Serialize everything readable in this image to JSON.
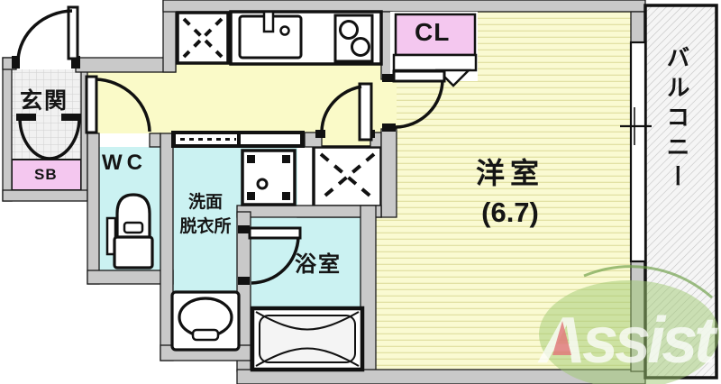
{
  "labels": {
    "genkan": "玄関",
    "shoe_box": "SB",
    "wc": "WC",
    "washroom_line1": "洗面",
    "washroom_line2": "脱衣所",
    "bath": "浴室",
    "closet": "CL",
    "main_room": "洋室",
    "main_room_size": "(6.7)",
    "balcony": "バルコニー",
    "watermark": "Assist"
  },
  "palette": {
    "wall": "#c9c9c9",
    "hall": "#fafac8",
    "room_base": "#fafad2",
    "room_stripe": "#e2e1a4",
    "wet_room": "#cbf2f2",
    "pink": "#f4c7ef",
    "tile_base": "#f1f1f1",
    "tile_line": "#cfcfcf",
    "hatch_line": "#c4c4c4",
    "outline": "#1a1a1a",
    "logo_green": "#9fca72",
    "logo_red": "#e07b7b",
    "logo_text": "#ffffff"
  },
  "icons": {
    "kitchen_sink": "sink-with-faucet",
    "stove": "two-burner-stove",
    "service_space": "dashed-x-square",
    "washer_pan": "washing-machine-pan",
    "toilet": "toilet",
    "washbasin": "wash-basin",
    "bathtub": "bathtub",
    "swing_door": "quarter-circle-door",
    "double_door": "double-swing-door",
    "sliding_door": "dashed-track-door",
    "folding_door": "triangle-bifold-door",
    "window": "sliding-window"
  }
}
